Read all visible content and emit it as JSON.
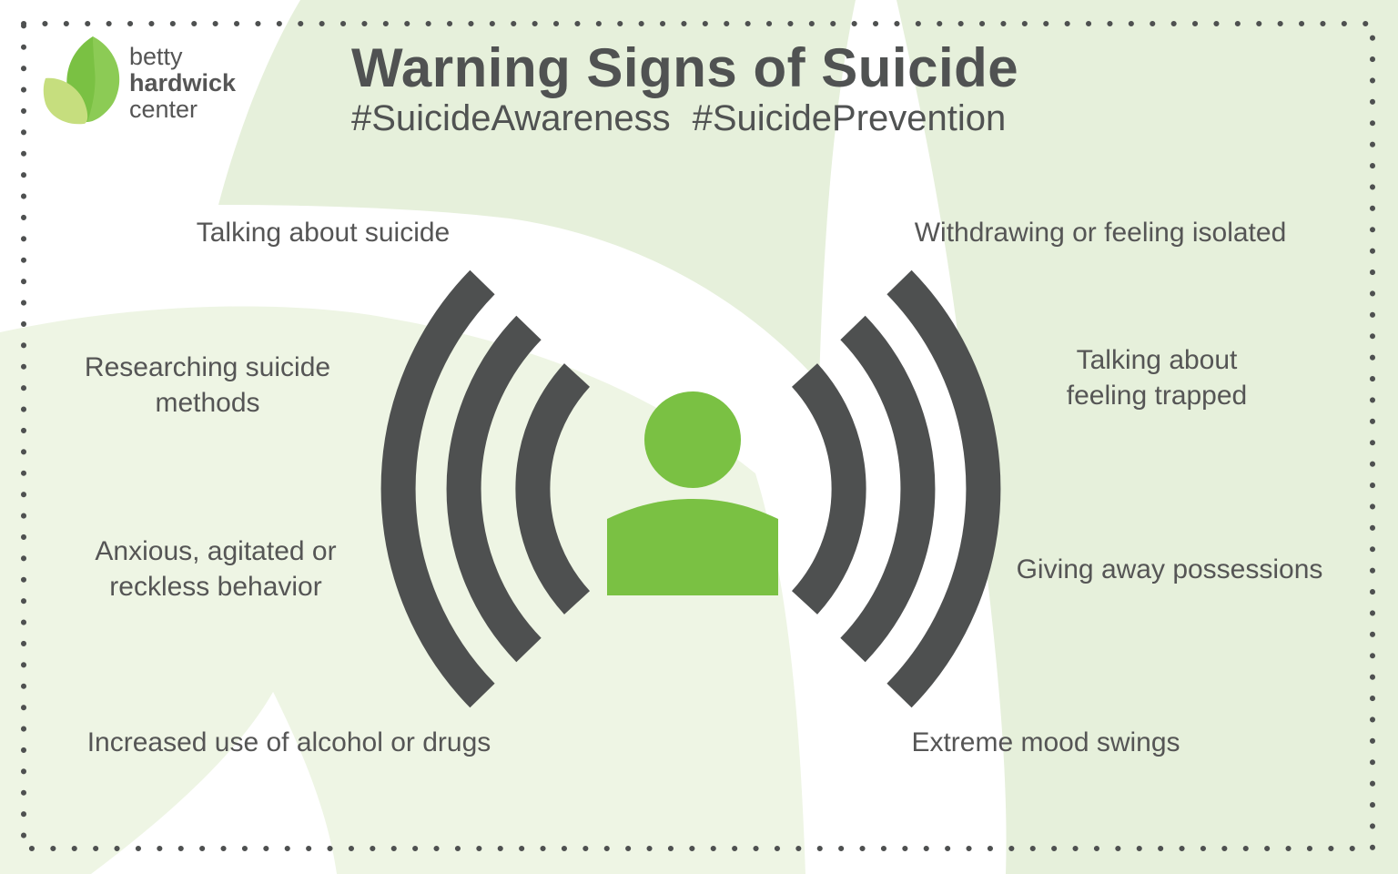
{
  "brand": {
    "line1": "betty",
    "line2": "hardwick",
    "line3": "center"
  },
  "title": "Warning Signs of Suicide",
  "hashtags": [
    "#SuicideAwareness",
    "#SuicidePrevention"
  ],
  "signs_left": [
    "Talking about suicide",
    "Researching suicide methods",
    "Anxious, agitated or reckless behavior",
    "Increased use of alcohol or drugs"
  ],
  "signs_right": [
    "Withdrawing or feeling isolated",
    "Talking about feeling trapped",
    "Giving away possessions",
    "Extreme mood swings"
  ],
  "colors": {
    "accent_green": "#7AC143",
    "light_green": "#C6DE7E",
    "dark_gray": "#4E5050",
    "bg_green_1": "#E8F1DF",
    "bg_green_2": "#F0F6E8"
  },
  "icons": [
    "leaf-logo-icon",
    "person-icon",
    "signal-waves-icon"
  ]
}
